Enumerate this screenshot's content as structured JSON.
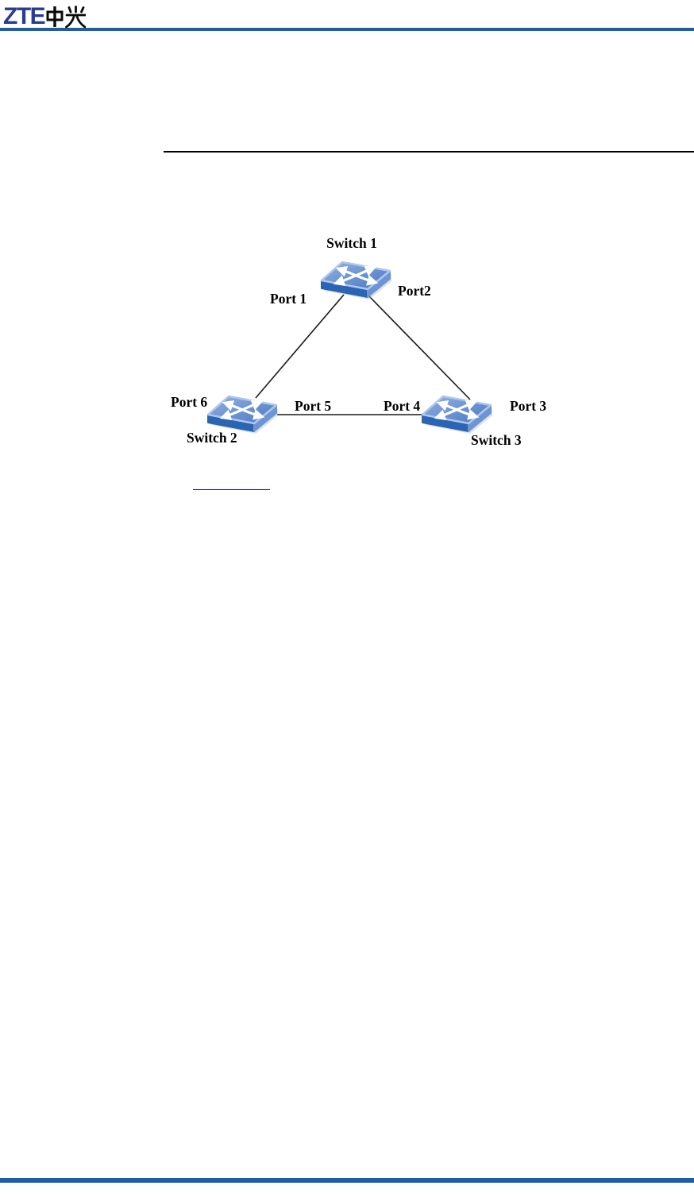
{
  "header": {
    "logo_latin": "ZTE",
    "logo_cn": "中兴"
  },
  "diagram": {
    "type": "network-topology",
    "switch1": {
      "label": "Switch 1",
      "port_left": "Port 1",
      "port_right": "Port2"
    },
    "switch2": {
      "label": "Switch 2",
      "port_left": "Port 6",
      "port_right": "Port 5"
    },
    "switch3": {
      "label": "Switch 3",
      "port_left": "Port 4",
      "port_right": "Port 3"
    },
    "connections": [
      {
        "from": "Switch 1 / Port 1",
        "to": "Switch 2 / Port 6"
      },
      {
        "from": "Switch 1 / Port2",
        "to": "Switch 3 / Port 3"
      },
      {
        "from": "Switch 2 / Port 5",
        "to": "Switch 3 / Port 4"
      }
    ],
    "icons": {
      "switch": "network-switch-3d"
    }
  },
  "link": {
    "text": ""
  },
  "colors": {
    "brand_blue": "#283B96",
    "rule_blue": "#1A5FAB",
    "link_blue": "#0000C8",
    "switch_top": "#6A93D3",
    "switch_front": "#2A64B2",
    "switch_side": "#6D95D4",
    "line_black": "#1A1A1A"
  }
}
